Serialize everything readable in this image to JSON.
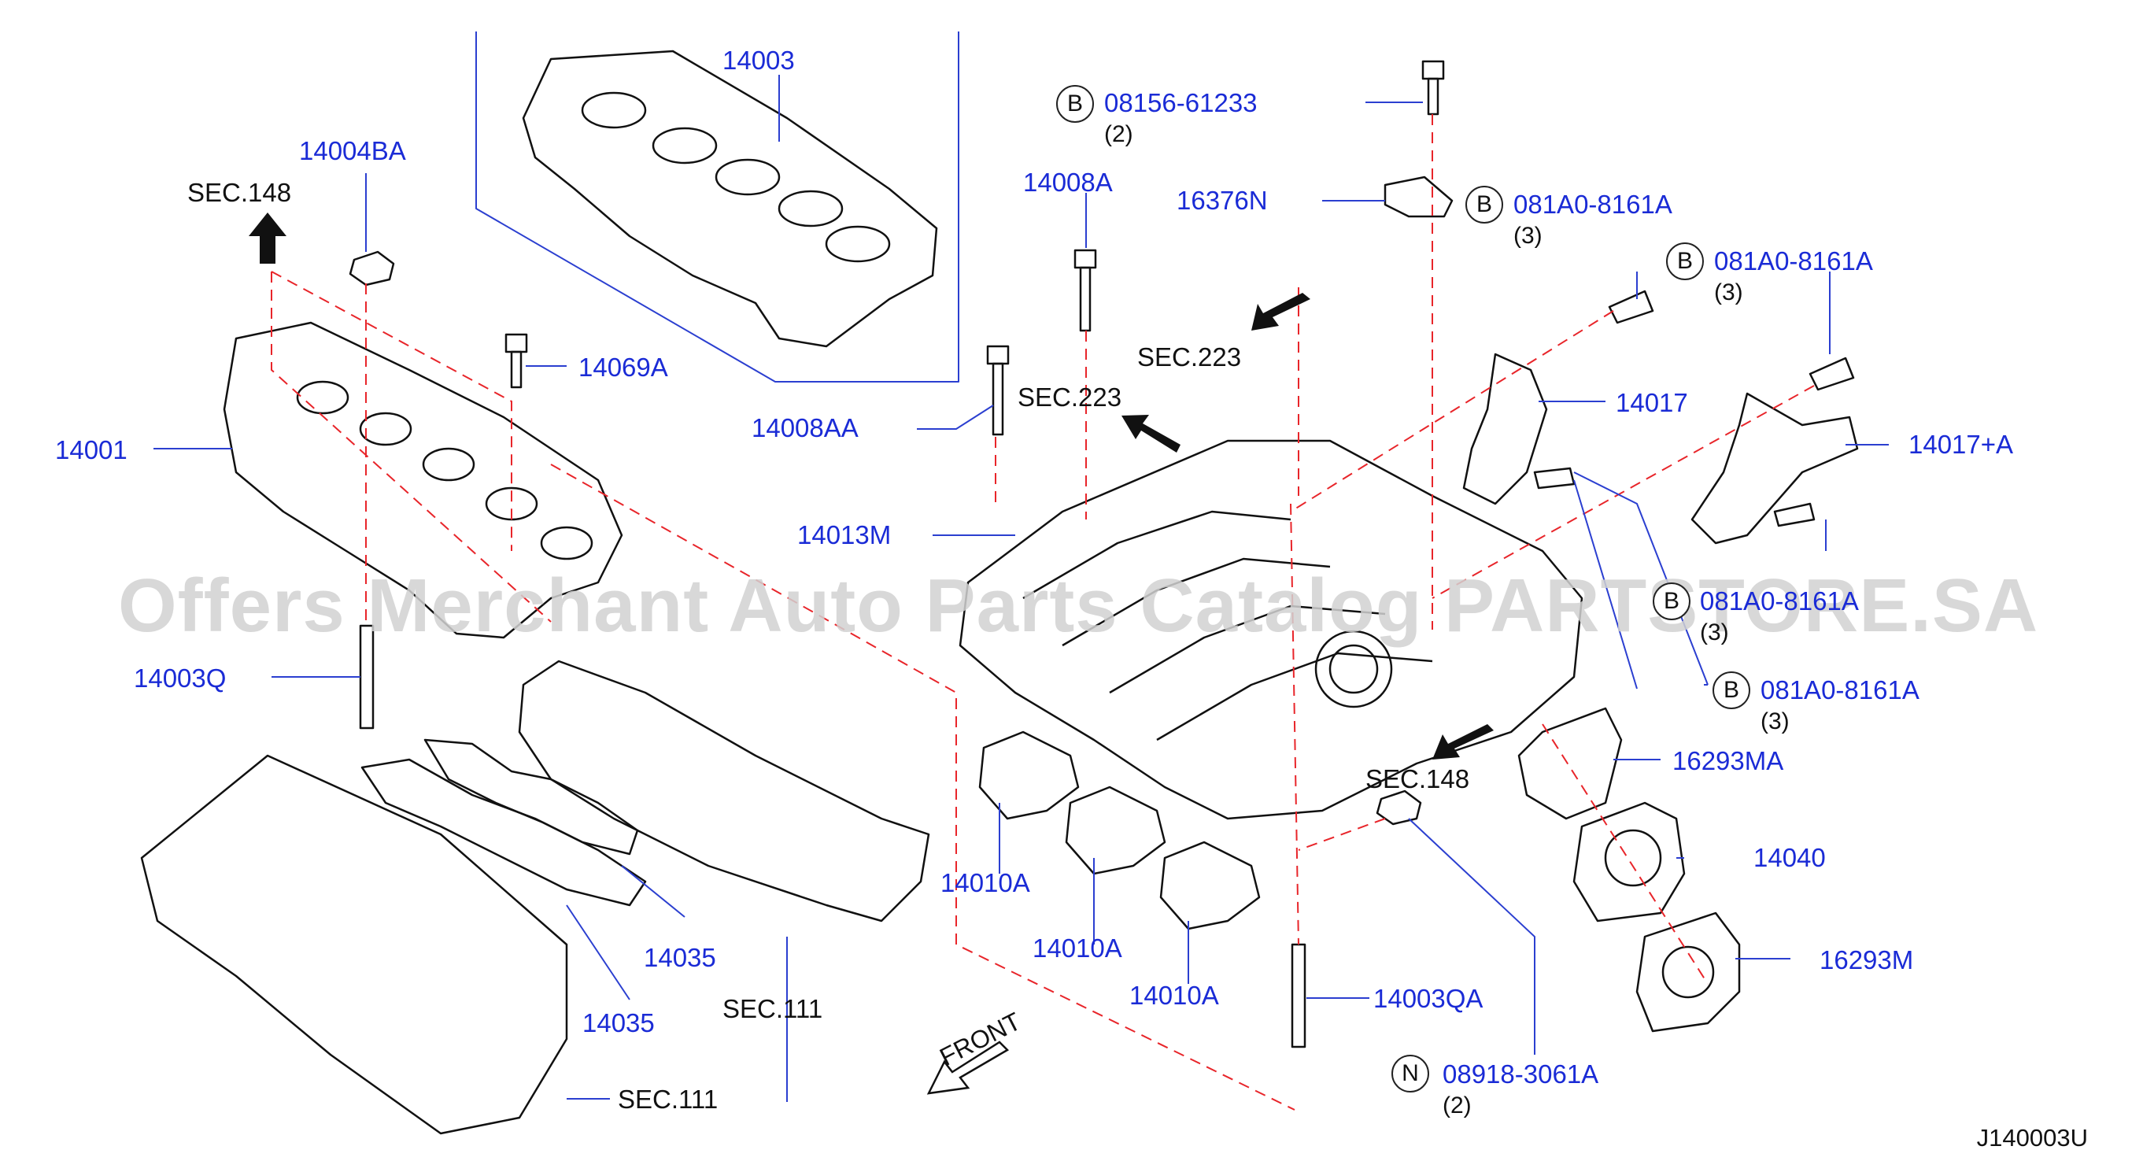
{
  "parts": {
    "p14003": "14003",
    "p14004BA": "14004BA",
    "p14069A": "14069A",
    "p14001": "14001",
    "p14003Q": "14003Q",
    "p14035a": "14035",
    "p14035b": "14035",
    "p14008A": "14008A",
    "p14008AA": "14008AA",
    "p14013M": "14013M",
    "p16376N": "16376N",
    "p14017": "14017",
    "p14017A": "14017+A",
    "p14010A1": "14010A",
    "p14010A2": "14010A",
    "p14010A3": "14010A",
    "p14003QA": "14003QA",
    "p16293MA": "16293MA",
    "p14040": "14040",
    "p16293M": "16293M"
  },
  "bolts": [
    {
      "marker": "B",
      "part": "08156-61233",
      "qty": "(2)"
    },
    {
      "marker": "B",
      "part": "081A0-8161A",
      "qty": "(3)"
    },
    {
      "marker": "B",
      "part": "081A0-8161A",
      "qty": "(3)"
    },
    {
      "marker": "B",
      "part": "081A0-8161A",
      "qty": "(3)"
    },
    {
      "marker": "B",
      "part": "081A0-8161A",
      "qty": "(3)"
    },
    {
      "marker": "N",
      "part": "08918-3061A",
      "qty": "(2)"
    }
  ],
  "sections": {
    "sec148a": "SEC.148",
    "sec148b": "SEC.148",
    "sec223a": "SEC.223",
    "sec223b": "SEC.223",
    "sec111a": "SEC.111",
    "sec111b": "SEC.111"
  },
  "front_label": "FRONT",
  "diagram_code": "J140003U",
  "watermark": "Offers Merchant Auto Parts Catalog PARTSTORE.SA",
  "colors": {
    "part_label": "#1a2bd6",
    "leader_line": "#2b3fd0",
    "dashed_line": "#e8252a",
    "outline": "#111111"
  }
}
